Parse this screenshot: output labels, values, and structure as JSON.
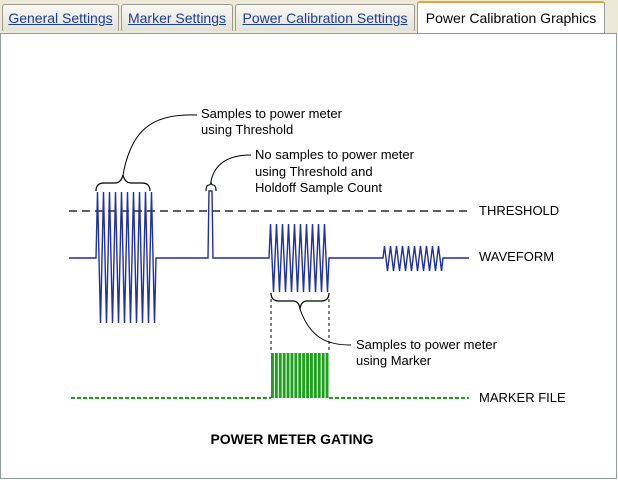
{
  "tabs": [
    {
      "label": "General Settings",
      "active": false
    },
    {
      "label": "Marker Settings",
      "active": false
    },
    {
      "label": "Power Calibration Settings",
      "active": false
    },
    {
      "label": "Power Calibration Graphics",
      "active": true
    }
  ],
  "diagram": {
    "title": "POWER METER GATING",
    "line_labels": {
      "threshold": "THRESHOLD",
      "waveform": "WAVEFORM",
      "marker_file": "MARKER FILE"
    },
    "callouts": {
      "threshold_samples": [
        "Samples to power meter",
        "using Threshold"
      ],
      "no_samples": [
        "No samples to power meter",
        "using Threshold and",
        "Holdoff Sample Count"
      ],
      "marker_samples": [
        "Samples to power meter",
        "using Marker"
      ]
    },
    "colors": {
      "waveform": "#1f2fa8",
      "marker": "#1ea01e",
      "lines": "#000000",
      "callout": "#333333"
    }
  }
}
